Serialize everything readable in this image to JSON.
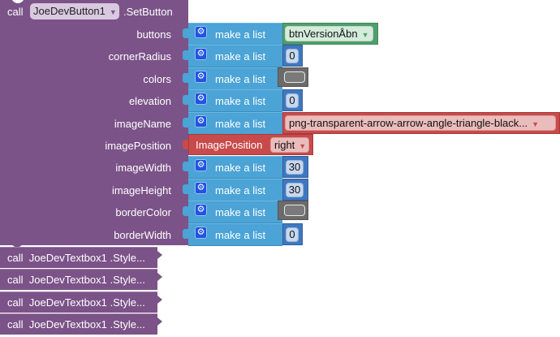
{
  "call_block": {
    "call_label": "call",
    "component": "JoeDevButton1",
    "method": ".SetButton",
    "dropdown_icon": "triangle-down-icon"
  },
  "args": [
    {
      "name": "buttons",
      "socket": "make a list",
      "value_type": "component",
      "value": "btnVersionÅbn"
    },
    {
      "name": "cornerRadius",
      "socket": "make a list",
      "value_type": "number",
      "value": "0"
    },
    {
      "name": "colors",
      "socket": "make a list",
      "value_type": "color",
      "value": "#7a7a7a"
    },
    {
      "name": "elevation",
      "socket": "make a list",
      "value_type": "number",
      "value": "0"
    },
    {
      "name": "imageName",
      "socket": "make a list",
      "value_type": "asset",
      "value": "png-transparent-arrow-arrow-angle-triangle-black..."
    },
    {
      "name": "imagePosition",
      "socket": "ImagePosition",
      "value_type": "enum",
      "value": "right"
    },
    {
      "name": "imageWidth",
      "socket": "make a list",
      "value_type": "number",
      "value": "30"
    },
    {
      "name": "imageHeight",
      "socket": "make a list",
      "value_type": "number",
      "value": "30"
    },
    {
      "name": "borderColor",
      "socket": "make a list",
      "value_type": "color",
      "value": "#7a7a7a"
    },
    {
      "name": "borderWidth",
      "socket": "make a list",
      "value_type": "number",
      "value": "0"
    }
  ],
  "collapsed_calls": [
    {
      "label": "call  JoeDevTextbox1 .Style..."
    },
    {
      "label": "call  JoeDevTextbox1 .Style..."
    },
    {
      "label": "call  JoeDevTextbox1 .Style..."
    },
    {
      "label": "call  JoeDevTextbox1 .Style..."
    }
  ],
  "colors": {
    "procedure_purple": "#7b5388",
    "list_blue": "#4ba3d6",
    "math_blue": "#3f78c0",
    "color_gray": "#6b6b6b",
    "component_green": "#4f9e6c",
    "text_red": "#c84a4a",
    "gear_blue": "#1e54e0"
  }
}
